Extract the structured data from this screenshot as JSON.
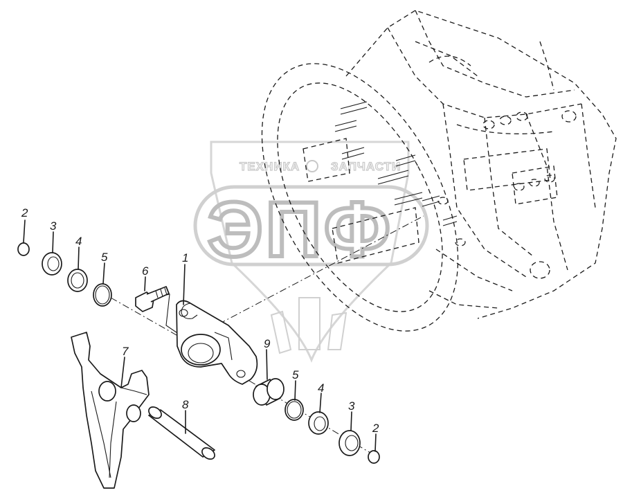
{
  "watermark": {
    "top_left_text": "ТЕХНИКА",
    "top_right_text": "ЗАПЧАСТИ",
    "logo_text": "ЭПФ"
  },
  "callouts": [
    {
      "id": "c1",
      "label": "1"
    },
    {
      "id": "c2a",
      "label": "2"
    },
    {
      "id": "c2b",
      "label": "2"
    },
    {
      "id": "c3a",
      "label": "3"
    },
    {
      "id": "c3b",
      "label": "3"
    },
    {
      "id": "c4a",
      "label": "4"
    },
    {
      "id": "c4b",
      "label": "4"
    },
    {
      "id": "c5a",
      "label": "5"
    },
    {
      "id": "c5b",
      "label": "5"
    },
    {
      "id": "c6",
      "label": "6"
    },
    {
      "id": "c7",
      "label": "7"
    },
    {
      "id": "c8",
      "label": "8"
    },
    {
      "id": "c9",
      "label": "9"
    }
  ]
}
